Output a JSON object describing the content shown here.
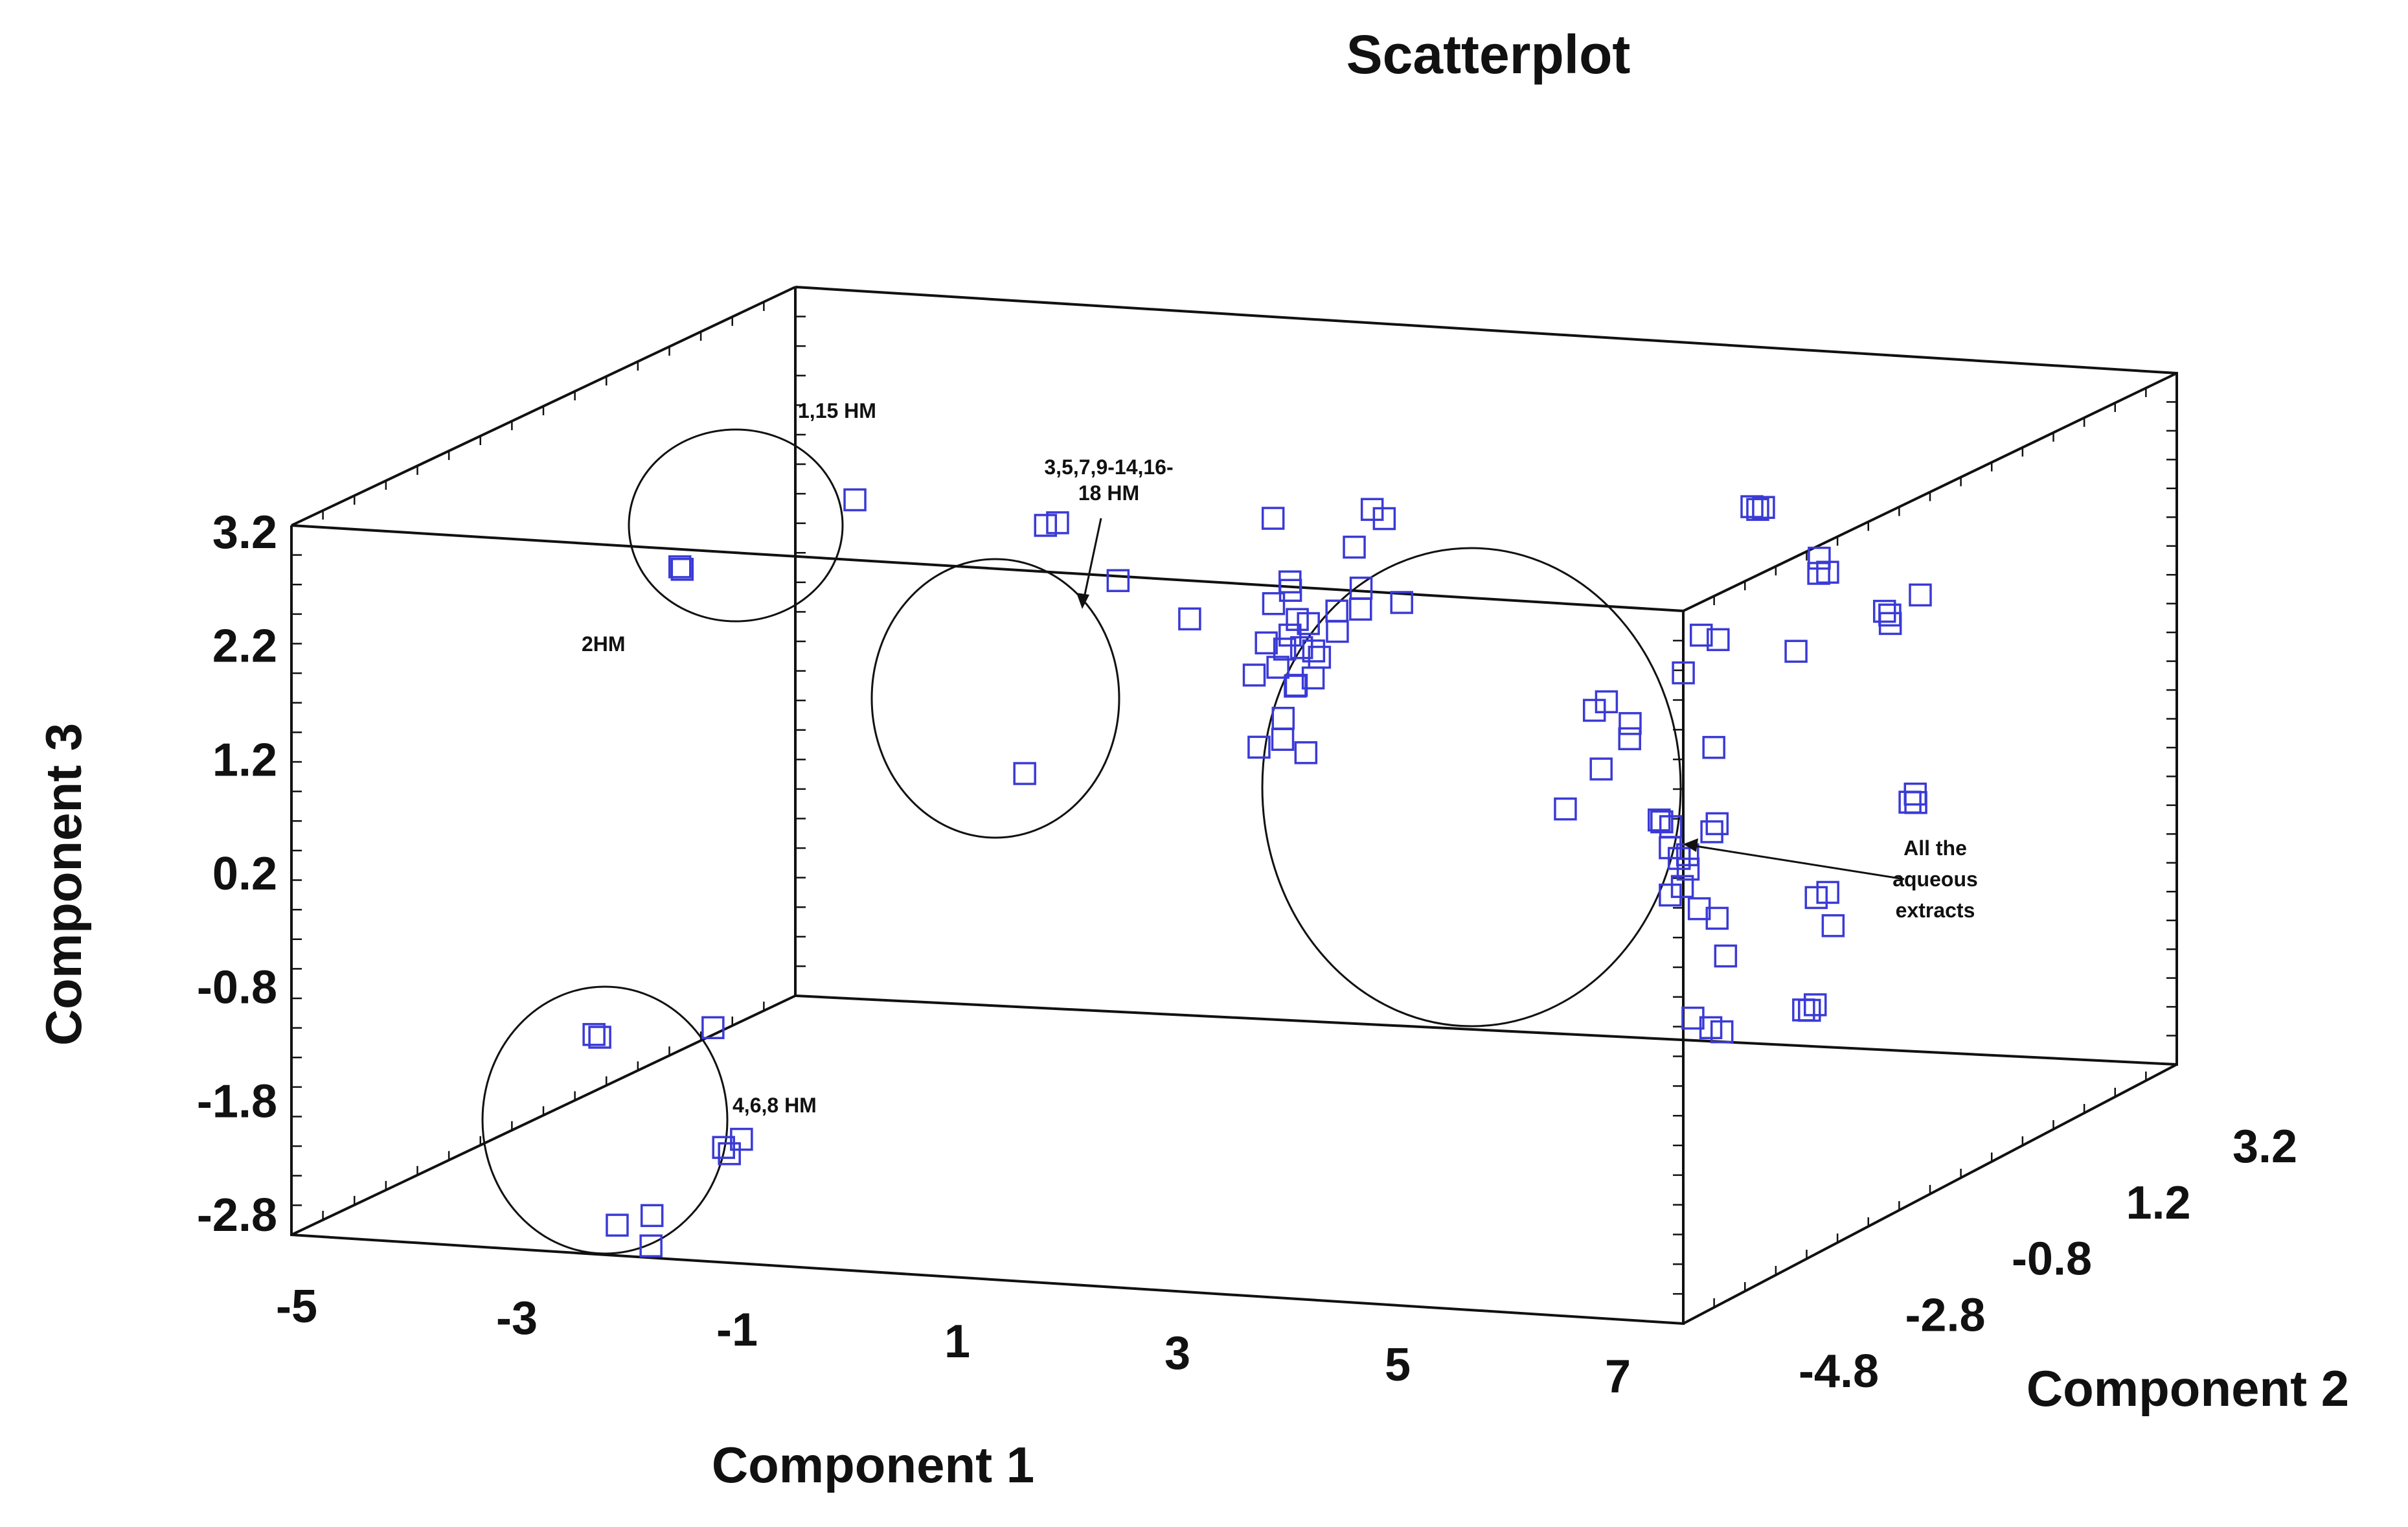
{
  "chart_data": {
    "type": "scatter",
    "title": "Scatterplot",
    "xlabel": "Component 1",
    "ylabel": "Component 2",
    "zlabel": "Component 3",
    "xlim": [
      -5,
      7
    ],
    "ylim": [
      -4.8,
      3.2
    ],
    "zlim": [
      -2.8,
      3.2
    ],
    "x_ticks": [
      "-5",
      "-3",
      "-1",
      "1",
      "3",
      "5",
      "7"
    ],
    "y_ticks": [
      "-4.8",
      "-2.8",
      "-0.8",
      "1.2",
      "3.2"
    ],
    "z_ticks": [
      "-2.8",
      "-1.8",
      "-0.8",
      "0.2",
      "1.2",
      "2.2",
      "3.2"
    ],
    "marker": "open-square",
    "marker_color": "#3a3ad6",
    "annotations": [
      "2HM",
      "1,15 HM",
      "3,5,7,9-14,16-\n18 HM",
      "4,6,8 HM",
      "All the\naqueous\nextracts"
    ],
    "points": [
      [
        -2.9,
        -2.5,
        2.4
      ],
      [
        -2.88,
        -2.5,
        2.38
      ],
      [
        -3.4,
        1.2,
        2.0
      ],
      [
        -2.3,
        2.2,
        1.6
      ],
      [
        -2.25,
        2.3,
        1.6
      ],
      [
        -2.0,
        2.8,
        1.0
      ],
      [
        -1.6,
        3.2,
        0.6
      ],
      [
        -0.85,
        -0.8,
        0.35
      ],
      [
        -2.5,
        -4.6,
        -1.0
      ],
      [
        -2.45,
        -4.6,
        -1.02
      ],
      [
        -1.8,
        -4.0,
        -1.05
      ],
      [
        -1.6,
        -4.2,
        -2.0
      ],
      [
        -1.55,
        -4.2,
        -2.05
      ],
      [
        -1.5,
        -4.1,
        -1.95
      ],
      [
        -2.3,
        -4.6,
        -2.6
      ],
      [
        -2.0,
        -4.6,
        -2.5
      ],
      [
        -1.9,
        -4.8,
        -2.7
      ],
      [
        1.4,
        -1.0,
        2.7
      ],
      [
        1.6,
        -1.1,
        2.2
      ],
      [
        1.55,
        -1.0,
        2.1
      ],
      [
        1.45,
        -1.2,
        1.7
      ],
      [
        1.5,
        -1.0,
        1.6
      ],
      [
        1.6,
        -1.1,
        1.75
      ],
      [
        1.65,
        -0.9,
        1.8
      ],
      [
        1.7,
        -1.1,
        1.65
      ],
      [
        1.75,
        -1.0,
        1.6
      ],
      [
        1.4,
        -1.3,
        1.45
      ],
      [
        1.55,
        -1.2,
        1.5
      ],
      [
        1.6,
        -1.0,
        1.3
      ],
      [
        1.7,
        -1.2,
        1.35
      ],
      [
        1.8,
        -1.0,
        1.55
      ],
      [
        1.9,
        -0.9,
        1.75
      ],
      [
        1.95,
        -1.0,
        1.95
      ],
      [
        2.05,
        -0.8,
        2.1
      ],
      [
        2.1,
        -1.0,
        2.5
      ],
      [
        2.2,
        -0.9,
        2.8
      ],
      [
        2.25,
        -0.8,
        2.7
      ],
      [
        2.1,
        -0.9,
        1.95
      ],
      [
        1.35,
        -0.9,
        1.95
      ],
      [
        1.5,
        -0.8,
        1.8
      ],
      [
        1.65,
        -1.3,
        1.1
      ],
      [
        1.55,
        -1.5,
        0.9
      ],
      [
        1.7,
        -1.4,
        0.95
      ],
      [
        1.9,
        -1.4,
        0.85
      ],
      [
        2.4,
        -0.8,
        2.0
      ],
      [
        1.8,
        -1.1,
        1.4
      ],
      [
        5.8,
        -1.5,
        3.2
      ],
      [
        5.85,
        -1.5,
        3.18
      ],
      [
        5.9,
        -1.5,
        3.2
      ],
      [
        6.0,
        -0.8,
        2.6
      ],
      [
        6.05,
        -0.9,
        2.5
      ],
      [
        6.1,
        -0.85,
        2.5
      ],
      [
        6.4,
        -0.5,
        2.1
      ],
      [
        6.45,
        -0.5,
        2.0
      ],
      [
        6.5,
        -0.6,
        2.1
      ],
      [
        6.6,
        -0.3,
        2.2
      ],
      [
        5.2,
        -1.2,
        2.0
      ],
      [
        5.4,
        -1.3,
        2.0
      ],
      [
        5.1,
        -1.3,
        1.7
      ],
      [
        5.8,
        -0.8,
        1.8
      ],
      [
        4.6,
        -1.6,
        1.5
      ],
      [
        4.55,
        -1.7,
        1.45
      ],
      [
        4.75,
        -1.5,
        1.3
      ],
      [
        4.8,
        -1.6,
        1.2
      ],
      [
        4.5,
        -1.5,
        0.9
      ],
      [
        4.3,
        -1.7,
        0.6
      ],
      [
        5.2,
        -1.0,
        1.0
      ],
      [
        5.0,
        -1.5,
        0.5
      ],
      [
        5.05,
        -1.55,
        0.5
      ],
      [
        5.1,
        -1.5,
        0.45
      ],
      [
        5.15,
        -1.6,
        0.3
      ],
      [
        5.2,
        -1.55,
        0.2
      ],
      [
        5.25,
        -1.5,
        0.1
      ],
      [
        5.3,
        -1.6,
        0.25
      ],
      [
        5.4,
        -1.4,
        0.4
      ],
      [
        5.5,
        -1.5,
        0.5
      ],
      [
        5.15,
        -1.6,
        -0.1
      ],
      [
        5.2,
        -1.5,
        -0.05
      ],
      [
        5.4,
        -1.6,
        -0.2
      ],
      [
        5.5,
        -1.5,
        -0.3
      ],
      [
        5.6,
        -1.55,
        -0.6
      ],
      [
        5.4,
        -1.7,
        -1.1
      ],
      [
        5.5,
        -1.6,
        -1.2
      ],
      [
        5.65,
        -1.7,
        -1.2
      ],
      [
        6.3,
        -1.4,
        -0.1
      ],
      [
        6.4,
        -1.4,
        -0.05
      ],
      [
        6.5,
        -1.5,
        -0.3
      ],
      [
        6.3,
        -1.6,
        -1.0
      ],
      [
        6.35,
        -1.6,
        -1.0
      ],
      [
        6.4,
        -1.6,
        -0.95
      ],
      [
        7.0,
        -1.2,
        0.7
      ],
      [
        7.05,
        -1.2,
        0.7
      ],
      [
        7.1,
        -1.3,
        0.8
      ]
    ]
  }
}
